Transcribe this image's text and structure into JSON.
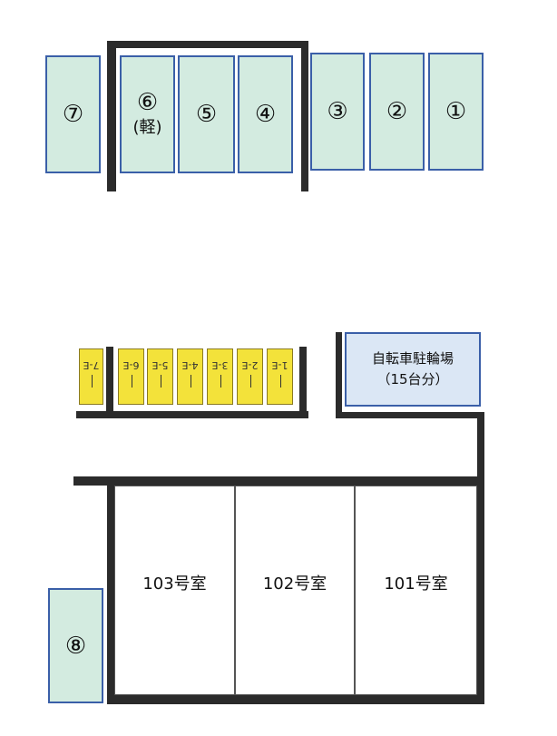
{
  "parking": {
    "slot7": "⑦",
    "slot6": "⑥",
    "slot6_note": "(軽)",
    "slot5": "⑤",
    "slot4": "④",
    "slot3": "③",
    "slot2": "②",
    "slot1": "①",
    "slot8": "⑧"
  },
  "motorcycle": {
    "m7": "7-E",
    "m6": "6-E",
    "m5": "5-E",
    "m4": "4-E",
    "m3": "3-E",
    "m2": "2-E",
    "m1": "1-E"
  },
  "bicycle": {
    "line1": "自転車駐輪場",
    "line2": "（15台分）"
  },
  "rooms": {
    "r103": "103号室",
    "r102": "102号室",
    "r101": "101号室"
  },
  "colors": {
    "slot_fill": "#d3ebe0",
    "slot_border": "#3a5fa8",
    "moto_fill": "#f3e23a",
    "bike_fill": "#dbe7f5",
    "wall": "#2b2b2b"
  }
}
